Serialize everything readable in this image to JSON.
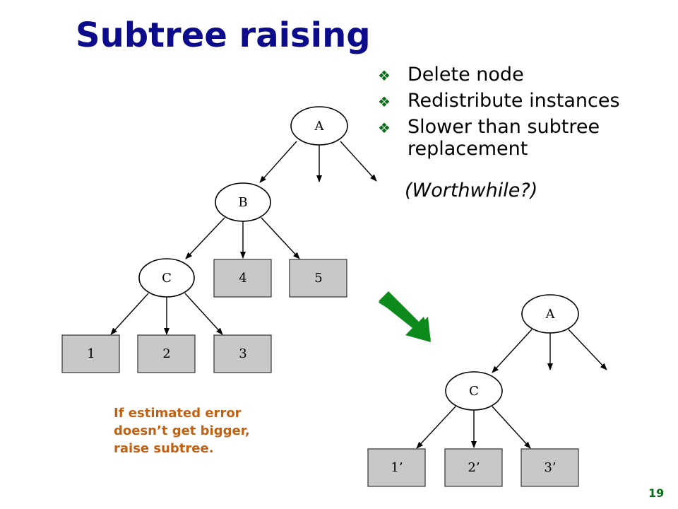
{
  "title": "Subtree raising",
  "bullets": [
    {
      "icon": "diamond-bullet-icon",
      "text": "Delete node"
    },
    {
      "icon": "diamond-bullet-icon",
      "text": "Redistribute instances"
    },
    {
      "icon": "diamond-bullet-icon",
      "text": "Slower than subtree replacement"
    }
  ],
  "note": "(Worthwhile?)",
  "caption": "If estimated error doesn’t get bigger, raise subtree.",
  "page_number": "19",
  "colors": {
    "title": "#0b0b8c",
    "bullet": "#0b6d1a",
    "caption": "#c06012",
    "leaf_fill": "#c8c8c8",
    "arrow": "#0c8a1c"
  },
  "tree_before": {
    "nodes": [
      "A",
      "B",
      "C"
    ],
    "leaves": [
      "4",
      "5",
      "1",
      "2",
      "3"
    ]
  },
  "tree_after": {
    "nodes": [
      "A",
      "C"
    ],
    "leaves": [
      "1’",
      "2’",
      "3’"
    ]
  },
  "transform_arrow_icon": "green-diagonal-arrow-icon"
}
